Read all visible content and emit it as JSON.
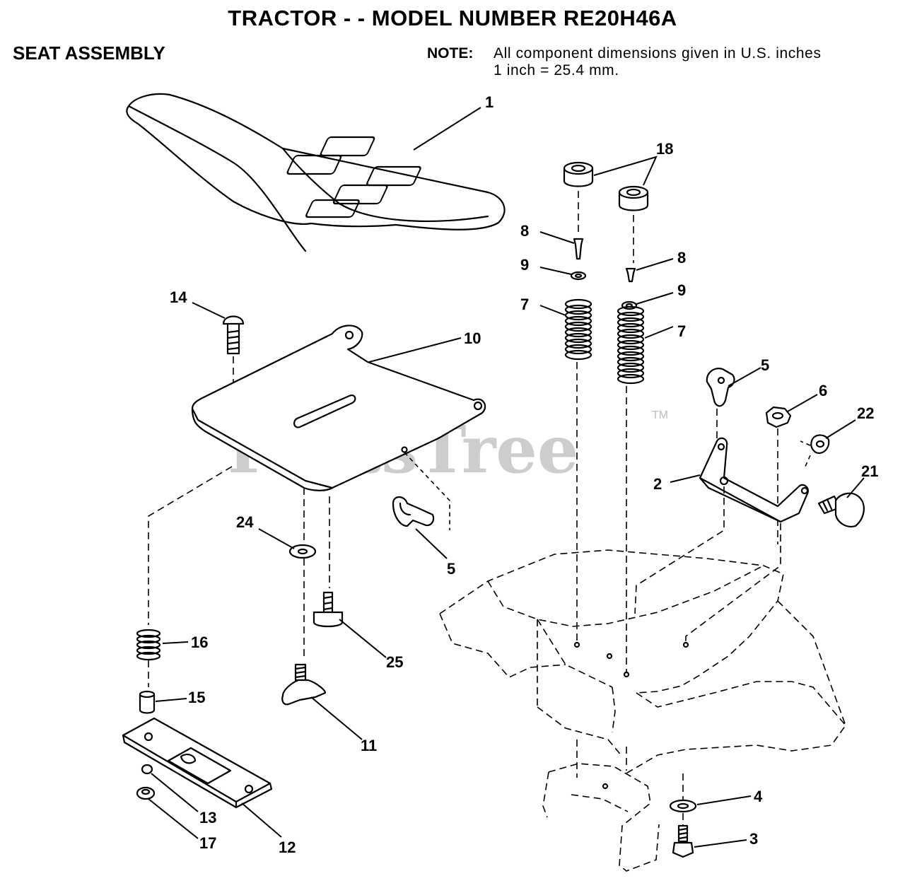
{
  "header": {
    "title": "TRACTOR - - MODEL NUMBER RE20H46A",
    "subtitle": "SEAT ASSEMBLY",
    "note_label": "NOTE:",
    "note_line1": "All component dimensions given in U.S. inches",
    "note_line2": "1 inch = 25.4 mm."
  },
  "watermark": {
    "text": "PartsTree",
    "mark": "TM"
  },
  "callouts": {
    "c1": "1",
    "c18": "18",
    "c8a": "8",
    "c9a": "9",
    "c7a": "7",
    "c8b": "8",
    "c9b": "9",
    "c7b": "7",
    "c14": "14",
    "c10": "10",
    "c5a": "5",
    "c6": "6",
    "c22": "22",
    "c2": "2",
    "c21": "21",
    "c24": "24",
    "c5b": "5",
    "c25": "25",
    "c16": "16",
    "c15": "15",
    "c11": "11",
    "c13": "13",
    "c17": "17",
    "c12": "12",
    "c4": "4",
    "c3": "3"
  }
}
